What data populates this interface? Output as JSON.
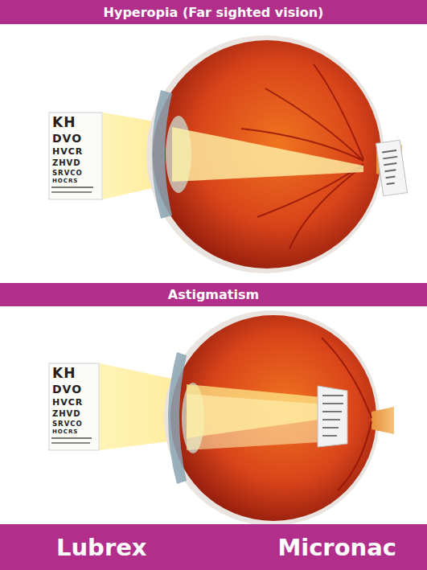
{
  "diagram": {
    "nodes": [
      {
        "text": [
          "Hyperopia (Far sighted vision)"
        ]
      },
      {
        "text": [
          "Astigmatism"
        ]
      },
      {
        "text": [
          "Lubrex",
          "Micronac"
        ]
      }
    ],
    "edges": [],
    "labels": [
      "KH",
      "DVO",
      "HVCR",
      "ZHVD",
      "SRVCO",
      "HOCRS",
      "KH",
      "DVO",
      "HVCR",
      "ZHVD",
      "SRVCO",
      "HOCRS"
    ]
  }
}
